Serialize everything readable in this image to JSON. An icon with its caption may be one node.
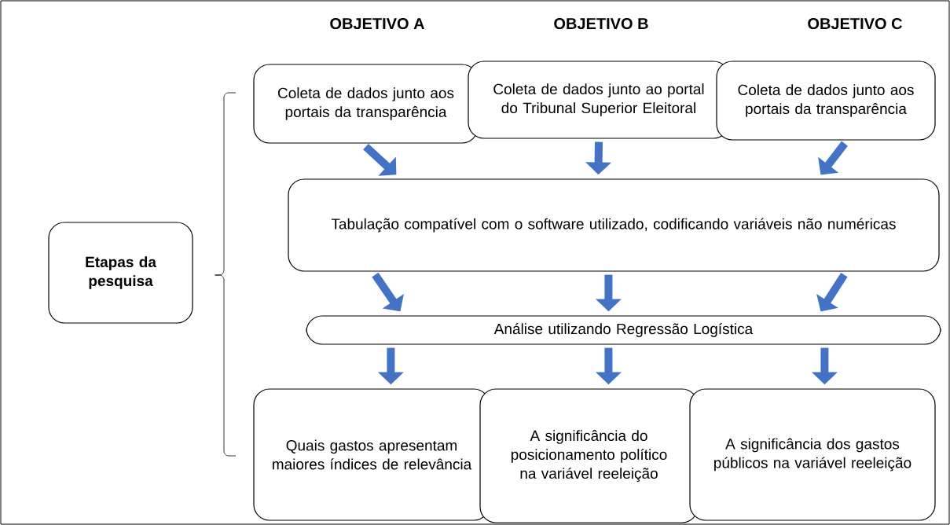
{
  "diagram": {
    "nodes": [
      {
        "text": [
          "Etapas da pesquisa"
        ]
      },
      {
        "text": [
          "Coleta de dados junto aos portais da transparência"
        ]
      },
      {
        "text": [
          "Coleta de dados junto ao portal do Tribunal Superior Eleitoral"
        ]
      },
      {
        "text": [
          "Coleta de dados junto aos portais da transparência"
        ]
      },
      {
        "text": [
          "Tabulação compatível com o software utilizado, codificando variáveis não numéricas"
        ]
      },
      {
        "text": [
          "Análise utilizando Regressão Logística"
        ]
      },
      {
        "text": [
          "Quais gastos apresentam maiores índices de relevância"
        ]
      },
      {
        "text": [
          "A significância do posicionamento político na variável reeleição"
        ]
      },
      {
        "text": [
          "A significância dos gastos públicos na variável reeleição"
        ]
      }
    ],
    "edges": [
      {
        "from": 1,
        "to": 4,
        "arrow": "to"
      },
      {
        "from": 2,
        "to": 4,
        "arrow": "to"
      },
      {
        "from": 3,
        "to": 4,
        "arrow": "to"
      },
      {
        "from": 4,
        "to": 5,
        "arrow": "to"
      },
      {
        "from": 4,
        "to": 5,
        "arrow": "to"
      },
      {
        "from": 4,
        "to": 5,
        "arrow": "to"
      },
      {
        "from": 5,
        "to": 6,
        "arrow": "to"
      },
      {
        "from": 5,
        "to": 7,
        "arrow": "to"
      },
      {
        "from": 5,
        "to": 8,
        "arrow": "to"
      }
    ],
    "labels": [
      "OBJETIVO A",
      "OBJETIVO B",
      "OBJETIVO C"
    ]
  }
}
